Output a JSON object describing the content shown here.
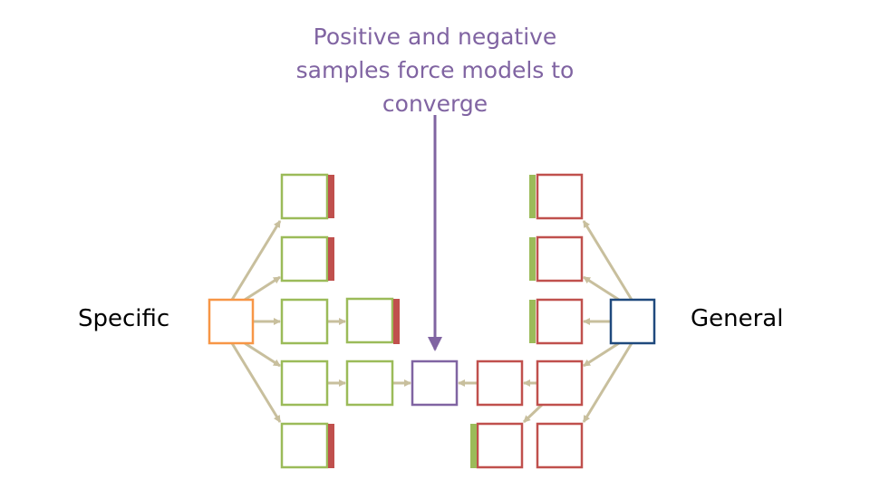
{
  "callout": {
    "line1": "Positive and negative",
    "line2": "samples force models to",
    "line3": "converge"
  },
  "labels": {
    "specific": "Specific",
    "general": "General"
  },
  "colors": {
    "specific_box": "#f79646",
    "general_box": "#1f497d",
    "green": "#9bbb59",
    "red": "#c0504d",
    "converged": "#8064a2",
    "arrow": "#c8bf9d",
    "callout_text": "#8064a2"
  }
}
